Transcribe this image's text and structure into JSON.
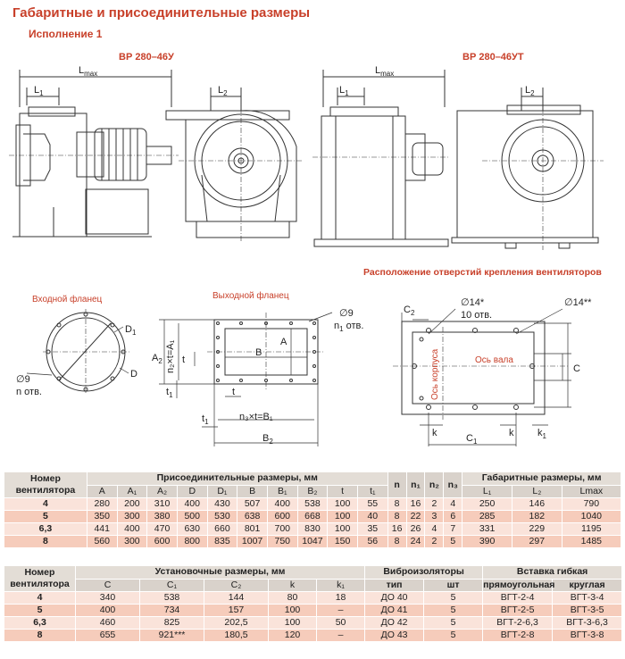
{
  "header": {
    "title": "Габаритные и присоединительные размеры",
    "subtitle": "Исполнение 1"
  },
  "drawings": {
    "model_left": "ВР 280–46У",
    "model_right": "ВР 280–46УТ",
    "mounting_caption": "Расположение отверстий крепления вентиляторов",
    "inlet_flange": "Входной фланец",
    "outlet_flange": "Выходной фланец",
    "marks": {
      "lmax": "L",
      "lmax_sub": "max",
      "l1": "L",
      "l1_sub": "1",
      "l2": "L",
      "l2_sub": "2",
      "d1": "D",
      "d1_sub": "1",
      "d": "D",
      "dia9": "∅9",
      "n_holes": "n отв.",
      "a2": "A",
      "a2_sub": "2",
      "a": "A",
      "b": "B",
      "t": "t",
      "t1": "t",
      "t1_sub": "1",
      "b1": "B",
      "b1_sub": "1",
      "b2": "B",
      "b2_sub": "2",
      "n1_holes": "n",
      "n1_sub": "1",
      "n1_tail": " отв.",
      "n2_formula": "n₂×t=A₁",
      "n3_formula": "n₃×t=B₁",
      "c2": "C",
      "c2_sub": "2",
      "dia14": "∅14*",
      "holes10": "10 отв.",
      "dia14b": "∅14**",
      "shaft_axis": "Ось вала",
      "casing_axis": "Ось корпуса",
      "c": "C",
      "k": "k",
      "k1": "k",
      "k1_sub": "1",
      "c1": "C",
      "c1_sub": "1"
    }
  },
  "table1": {
    "col_fan": "Номер вентилятора",
    "group_conn": "Присоединительные размеры, мм",
    "group_overall": "Габаритные размеры, мм",
    "headers": [
      "A",
      "A₁",
      "A₂",
      "D",
      "D₁",
      "B",
      "B₁",
      "B₂",
      "t",
      "t₁"
    ],
    "n_headers": [
      "n",
      "n₁",
      "n₂",
      "n₃"
    ],
    "overall_headers": [
      "L₁",
      "L₂",
      "Lmax"
    ],
    "rows": [
      {
        "fan": "4",
        "vals": [
          "280",
          "200",
          "310",
          "400",
          "430",
          "507",
          "400",
          "538",
          "100",
          "55"
        ],
        "n": [
          "8",
          "16",
          "2",
          "4"
        ],
        "overall": [
          "250",
          "146",
          "790"
        ]
      },
      {
        "fan": "5",
        "vals": [
          "350",
          "300",
          "380",
          "500",
          "530",
          "638",
          "600",
          "668",
          "100",
          "40"
        ],
        "n": [
          "8",
          "22",
          "3",
          "6"
        ],
        "overall": [
          "285",
          "182",
          "1040"
        ]
      },
      {
        "fan": "6,3",
        "vals": [
          "441",
          "400",
          "470",
          "630",
          "660",
          "801",
          "700",
          "830",
          "100",
          "35"
        ],
        "n": [
          "16",
          "26",
          "4",
          "7"
        ],
        "overall": [
          "331",
          "229",
          "1195"
        ]
      },
      {
        "fan": "8",
        "vals": [
          "560",
          "300",
          "600",
          "800",
          "835",
          "1007",
          "750",
          "1047",
          "150",
          "56"
        ],
        "n": [
          "8",
          "24",
          "2",
          "5"
        ],
        "overall": [
          "390",
          "297",
          "1485"
        ]
      }
    ]
  },
  "table2": {
    "col_fan": "Номер вентилятора",
    "group_install": "Установочные размеры, мм",
    "group_iso": "Виброизоляторы",
    "group_insert": "Вставка гибкая",
    "install_headers": [
      "C",
      "C₁",
      "C₂",
      "k",
      "k₁"
    ],
    "iso_headers": [
      "тип",
      "шт"
    ],
    "insert_headers": [
      "прямоугольная",
      "круглая"
    ],
    "rows": [
      {
        "fan": "4",
        "install": [
          "340",
          "538",
          "144",
          "80",
          "18"
        ],
        "iso": [
          "ДО 40",
          "5"
        ],
        "insert": [
          "ВГТ-2-4",
          "ВГТ-3-4"
        ]
      },
      {
        "fan": "5",
        "install": [
          "400",
          "734",
          "157",
          "100",
          "–"
        ],
        "iso": [
          "ДО 41",
          "5"
        ],
        "insert": [
          "ВГТ-2-5",
          "ВГТ-3-5"
        ]
      },
      {
        "fan": "6,3",
        "install": [
          "460",
          "825",
          "202,5",
          "100",
          "50"
        ],
        "iso": [
          "ДО 42",
          "5"
        ],
        "insert": [
          "ВГТ-2-6,3",
          "ВГТ-3-6,3"
        ]
      },
      {
        "fan": "8",
        "install": [
          "655",
          "921***",
          "180,5",
          "120",
          "–"
        ],
        "iso": [
          "ДО 43",
          "5"
        ],
        "insert": [
          "ВГТ-2-8",
          "ВГТ-3-8"
        ]
      }
    ]
  }
}
